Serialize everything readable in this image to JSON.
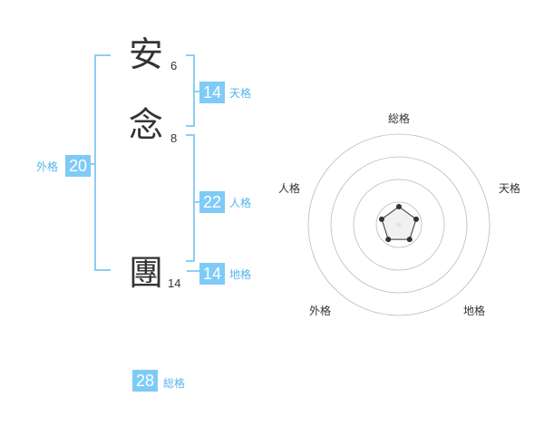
{
  "name": {
    "chars": [
      {
        "char": "安",
        "strokes": "6"
      },
      {
        "char": "念",
        "strokes": "8"
      },
      {
        "char": "團",
        "strokes": "14"
      }
    ]
  },
  "scores": {
    "tenkaku": {
      "value": "14",
      "label": "天格"
    },
    "jinkaku": {
      "value": "22",
      "label": "人格"
    },
    "chikaku": {
      "value": "14",
      "label": "地格"
    },
    "gaikaku": {
      "value": "20",
      "label": "外格"
    },
    "soukaku": {
      "value": "28",
      "label": "総格"
    }
  },
  "chart_data": {
    "type": "radar",
    "axes": [
      "総格",
      "天格",
      "地格",
      "外格",
      "人格"
    ],
    "values": [
      1,
      1,
      1,
      1,
      1
    ],
    "range": [
      0,
      5
    ],
    "rings": 4,
    "grid": true,
    "colors": {
      "line": "#333333",
      "fill": "#e8e8e8",
      "grid": "#bbbbbb",
      "point": "#333333"
    }
  },
  "colors": {
    "accent": "#7ecbf7",
    "accent_text": "#55b4ec",
    "bracket": "#8ecdf3"
  }
}
